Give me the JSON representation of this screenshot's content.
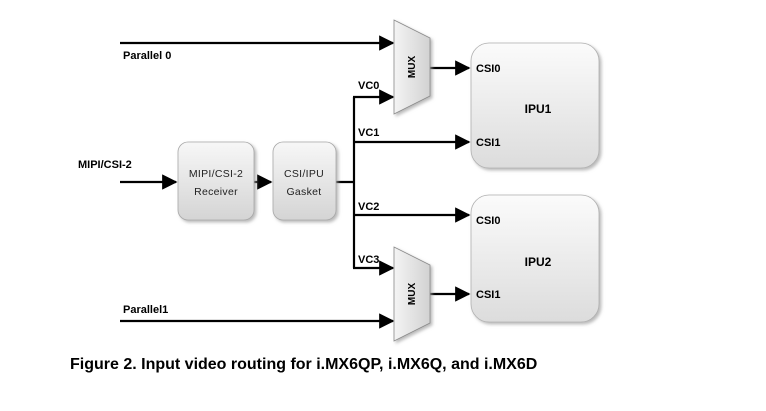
{
  "inputs": {
    "parallel0": "Parallel 0",
    "mipi": "MIPI/CSI-2",
    "parallel1": "Parallel1"
  },
  "blocks": {
    "receiver_line1": "MIPI/CSI-2",
    "receiver_line2": "Receiver",
    "gasket_line1": "CSI/IPU",
    "gasket_line2": "Gasket",
    "mux": "MUX"
  },
  "channels": {
    "vc0": "VC0",
    "vc1": "VC1",
    "vc2": "VC2",
    "vc3": "VC3"
  },
  "ipu1": {
    "title": "IPU1",
    "port0": "CSI0",
    "port1": "CSI1"
  },
  "ipu2": {
    "title": "IPU2",
    "port0": "CSI0",
    "port1": "CSI1"
  },
  "caption": "Figure 2.  Input video routing for i.MX6QP, i.MX6Q, and i.MX6D"
}
